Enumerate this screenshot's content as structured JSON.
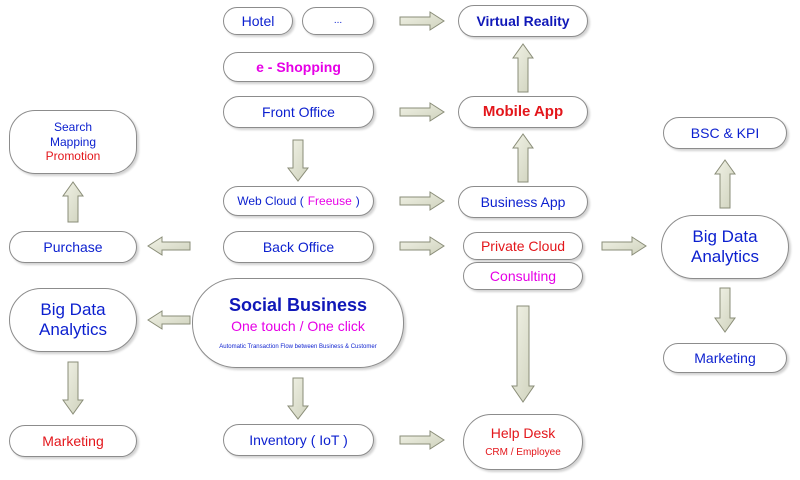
{
  "nodes": {
    "hotel": "Hotel",
    "ellipsis": "...",
    "virtual_reality": "Virtual Reality",
    "e_shopping": "e - Shopping",
    "front_office": "Front Office",
    "mobile_app": "Mobile App",
    "search": "Search",
    "mapping": "Mapping",
    "promotion": "Promotion",
    "bsc_kpi": "BSC & KPI",
    "web_cloud": "Web Cloud (",
    "freeuse": "Freeuse",
    "web_cloud_close": ")",
    "business_app": "Business App",
    "purchase": "Purchase",
    "back_office": "Back Office",
    "private_cloud": "Private Cloud",
    "consulting": "Consulting",
    "big_data_right_1": "Big Data",
    "big_data_right_2": "Analytics",
    "big_data_left_1": "Big Data",
    "big_data_left_2": "Analytics",
    "social_business": "Social Business",
    "one_touch": "One touch / One click",
    "automatic_flow": "Automatic Transaction Flow between Business & Customer",
    "marketing_right": "Marketing",
    "marketing_left": "Marketing",
    "inventory": "Inventory ( IoT )",
    "help_desk": "Help Desk",
    "crm_employee": "CRM / Employee"
  },
  "colors": {
    "blue": "#0b1fcf",
    "red": "#e3161b",
    "magenta": "#e600e6",
    "arrow_fill": "#e2e4d4",
    "arrow_stroke": "#8a8d78",
    "border": "#8c8c8c"
  }
}
